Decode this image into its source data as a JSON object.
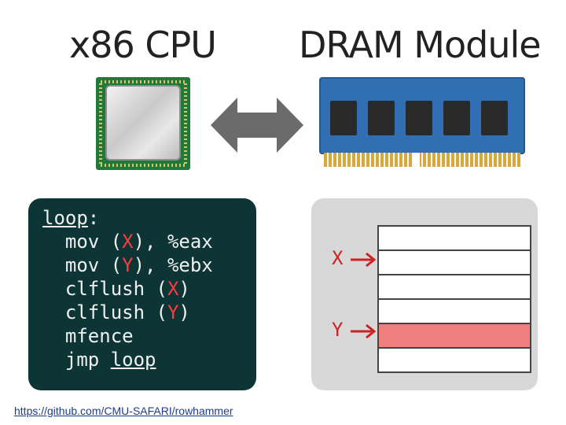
{
  "titles": {
    "cpu": "x86 CPU",
    "dram": "DRAM Module"
  },
  "code": {
    "loop_label": "loop",
    "loop_colon": ":",
    "indent": "  ",
    "l1_op": "mov ",
    "l1_open": "(",
    "l1_reg": "X",
    "l1_rest": "), %eax",
    "l2_op": "mov ",
    "l2_open": "(",
    "l2_reg": "Y",
    "l2_rest": "), %ebx",
    "l3_op": "clflush ",
    "l3_open": "(",
    "l3_reg": "X",
    "l3_close": ")",
    "l4_op": "clflush ",
    "l4_open": "(",
    "l4_reg": "Y",
    "l4_close": ")",
    "l5": "mfence",
    "l6_op": "jmp ",
    "l6_target": "loop"
  },
  "memory": {
    "x_label": "X",
    "y_label": "Y",
    "rows": [
      "",
      "",
      "",
      "",
      "",
      ""
    ],
    "highlight_row_index": 4
  },
  "colors": {
    "accent_red": "#cc2222",
    "hot_row": "#f08080",
    "code_bg": "#0d3535",
    "mem_bg": "#d8d8d8"
  },
  "footer": {
    "link": "https://github.com/CMU-SAFARI/rowhammer"
  }
}
